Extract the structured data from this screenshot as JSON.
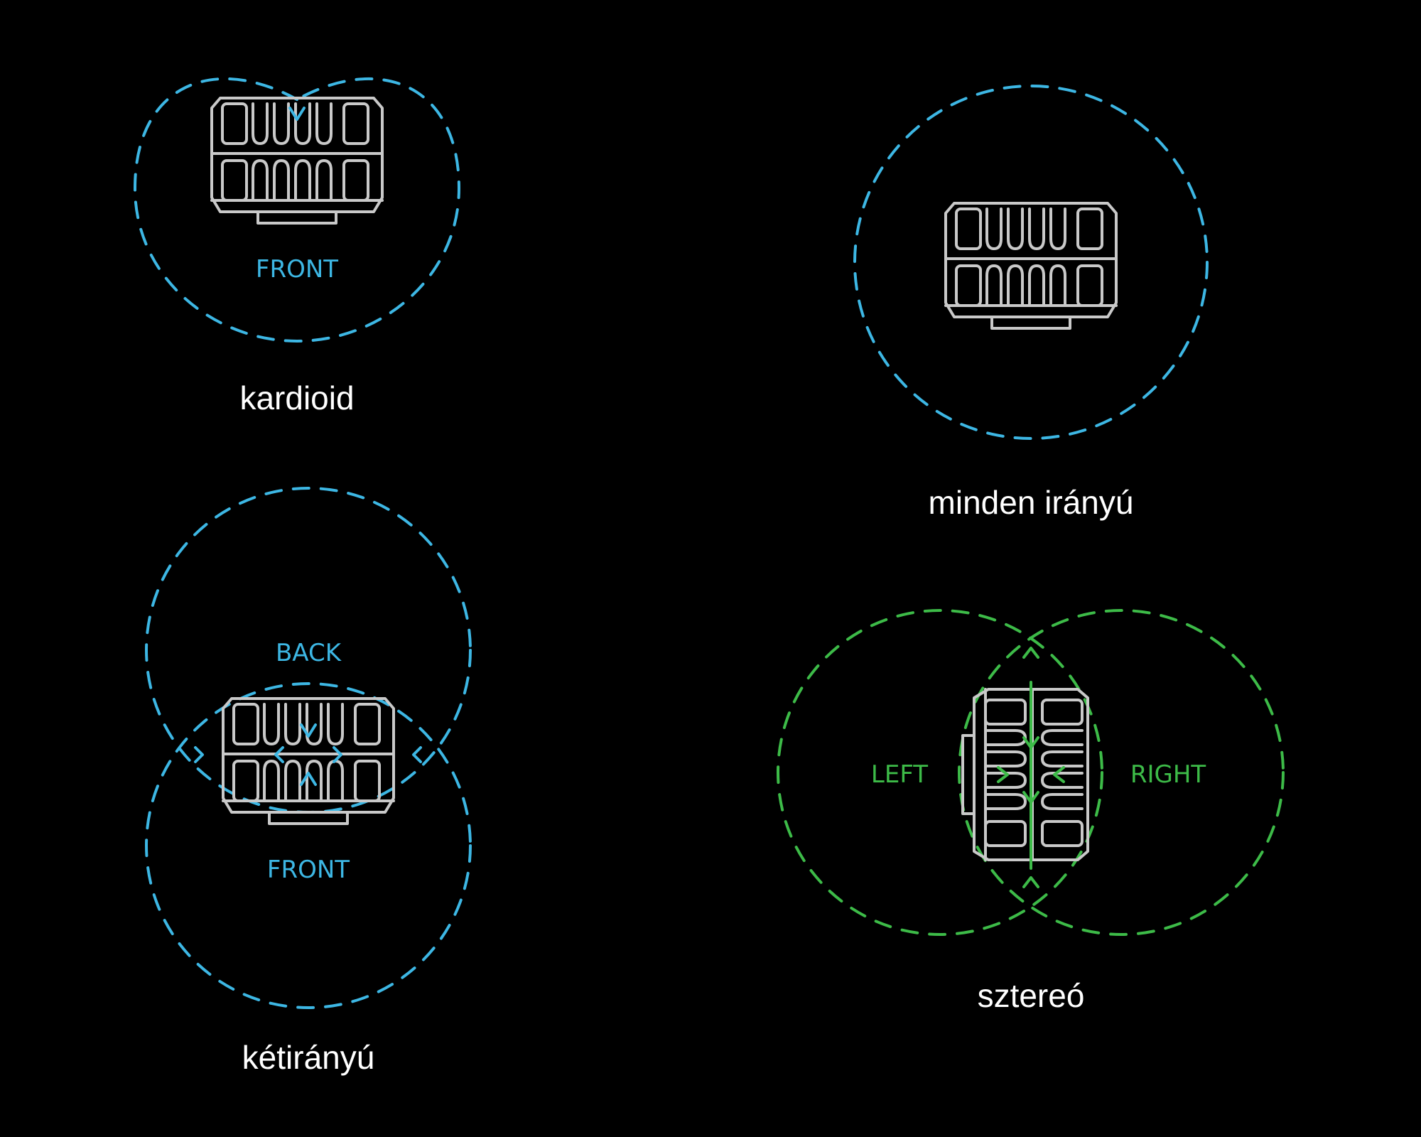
{
  "colors": {
    "background": "#000000",
    "pattern_blue": "#3db7e4",
    "pattern_green": "#3dbb48",
    "mic_outline": "#c9c9c9",
    "caption": "#ffffff"
  },
  "patterns": {
    "cardioid": {
      "caption": "kardioid",
      "labels": {
        "front": "FRONT"
      },
      "icon": "microphone-icon"
    },
    "omni": {
      "caption": "minden irányú",
      "icon": "microphone-icon"
    },
    "bidirectional": {
      "caption": "kétirányú",
      "labels": {
        "back": "BACK",
        "front": "FRONT"
      },
      "icon": "microphone-icon"
    },
    "stereo": {
      "caption": "sztereó",
      "labels": {
        "left": "LEFT",
        "right": "RIGHT"
      },
      "icon": "microphone-icon"
    }
  }
}
